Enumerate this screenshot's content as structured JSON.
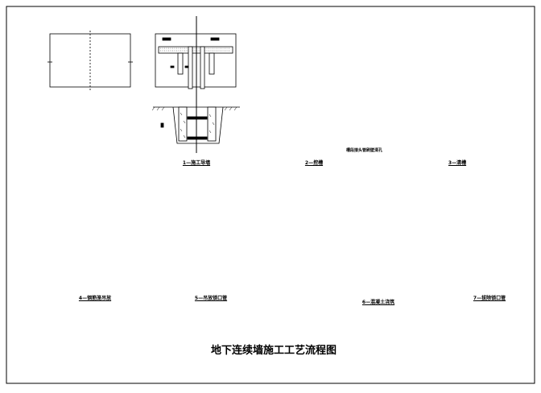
{
  "title": "地下连续墙施工工艺流程图",
  "captions": {
    "step1": "1—施工导墙",
    "step2": "2—挖槽",
    "step2_sub": "槽段接头管刷壁清孔",
    "step3": "3—清槽",
    "step4": "4—钢筋笼吊放",
    "step5": "5—吊放锁口管",
    "step6": "6—混凝土浇筑",
    "step7": "7—拔除锁口管"
  },
  "colors": {
    "line": "#000000",
    "background": "#ffffff"
  }
}
